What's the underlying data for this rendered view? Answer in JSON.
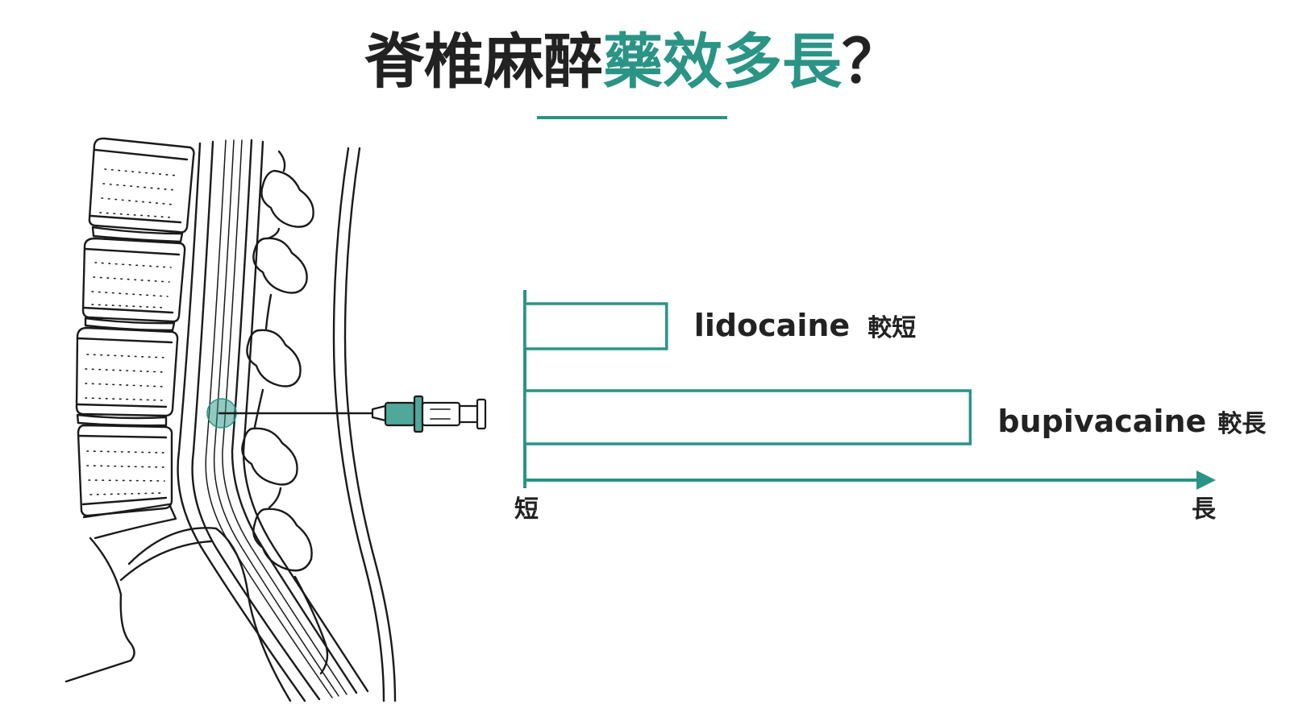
{
  "title": {
    "part1": "脊椎麻醉",
    "part2": "藥效多長",
    "part3": "？"
  },
  "colors": {
    "accent": "#2a9485",
    "text": "#222222",
    "line": "#1a1a1a"
  },
  "illustration": {
    "syringe_icon": "syringe-icon",
    "injection_site_icon": "injection-site-icon"
  },
  "axis": {
    "start_label": "短",
    "end_label": "長"
  },
  "chart_data": {
    "type": "bar",
    "orientation": "horizontal",
    "categories": [
      "lidocaine",
      "bupivacaine"
    ],
    "values": [
      0.21,
      0.66
    ],
    "value_notes": [
      "較短",
      "較長"
    ],
    "xlim": [
      0,
      1
    ],
    "grid": false,
    "legend": "none"
  }
}
